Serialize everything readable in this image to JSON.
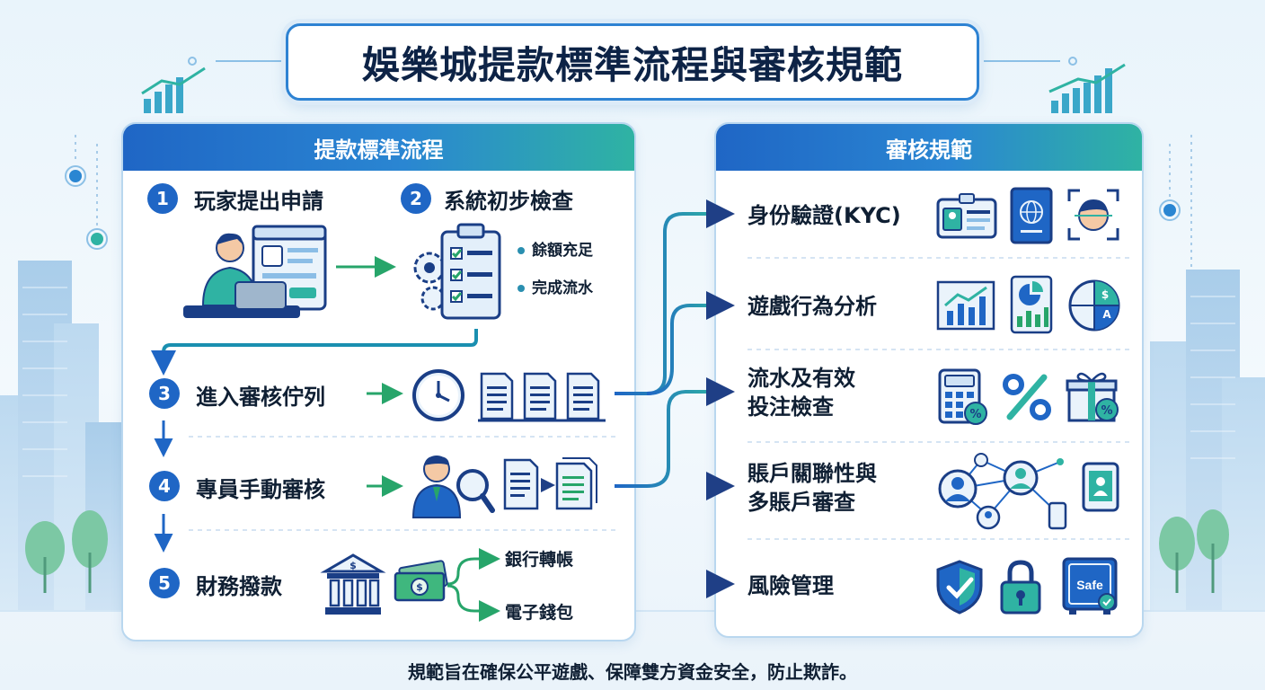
{
  "title": "娛樂城提款標準流程與審核規範",
  "left_panel": {
    "header": "提款標準流程",
    "steps": [
      {
        "num": "1",
        "label": "玩家提出申請"
      },
      {
        "num": "2",
        "label": "系統初步檢查"
      },
      {
        "num": "3",
        "label": "進入審核佇列"
      },
      {
        "num": "4",
        "label": "專員手動審核"
      },
      {
        "num": "5",
        "label": "財務撥款"
      }
    ],
    "check_items": [
      "餘額充足",
      "完成流水"
    ],
    "payout_methods": [
      "銀行轉帳",
      "電子錢包"
    ]
  },
  "right_panel": {
    "header": "審核規範",
    "rules": [
      {
        "label": "身份驗證(KYC)",
        "icons": [
          "id-card-icon",
          "passport-icon",
          "face-scan-icon"
        ]
      },
      {
        "label": "遊戲行為分析",
        "icons": [
          "bar-chart-icon",
          "report-icon",
          "currency-pie-icon"
        ]
      },
      {
        "label_lines": [
          "流水及有效",
          "投注檢查"
        ],
        "icons": [
          "calculator-icon",
          "percent-icon",
          "gift-icon"
        ]
      },
      {
        "label_lines": [
          "賬戶關聯性與",
          "多賬戶審查"
        ],
        "icons": [
          "network-icon",
          "phone-icon"
        ]
      },
      {
        "label": "風險管理",
        "icons": [
          "shield-check-icon",
          "padlock-icon",
          "safe-icon"
        ]
      }
    ],
    "safe_text": "Safe"
  },
  "footer": "規範旨在確保公平遊戲、保障雙方資金安全，防止欺詐。",
  "colors": {
    "primary_blue": "#1f66c5",
    "teal": "#2fb3a3",
    "dark_text": "#0f1f33",
    "navy": "#1a3e86",
    "green_arrow": "#27a56a"
  }
}
